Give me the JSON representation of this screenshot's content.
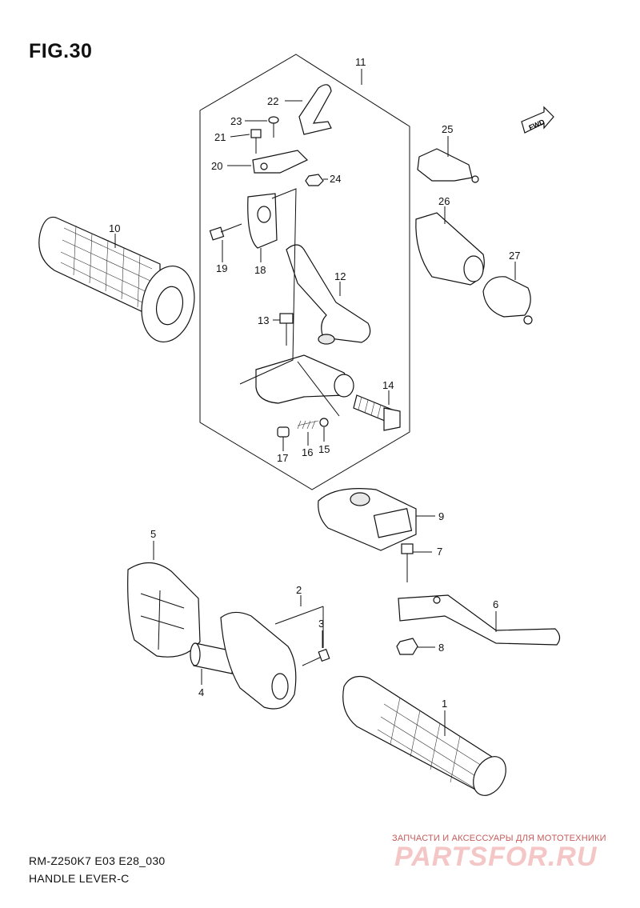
{
  "figure": {
    "title": "FIG.30",
    "model_code": "RM-Z250K7 E03 E28_030",
    "section_name": "HANDLE LEVER-C",
    "fwd_label": "FWD"
  },
  "callouts": [
    "1",
    "2",
    "3",
    "4",
    "5",
    "6",
    "7",
    "8",
    "9",
    "10",
    "11",
    "12",
    "13",
    "14",
    "15",
    "16",
    "17",
    "18",
    "19",
    "20",
    "21",
    "22",
    "23",
    "24",
    "25",
    "26",
    "27"
  ],
  "watermark": {
    "tagline": "ЗАПЧАСТИ И АКСЕССУАРЫ ДЛЯ МОТОТЕХНИКИ",
    "logo": "PARTSFOR.RU"
  }
}
